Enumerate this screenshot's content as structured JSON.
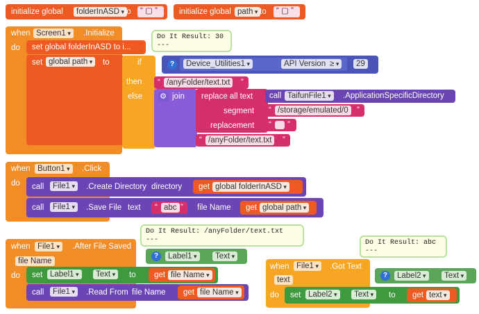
{
  "kw": {
    "initialize_global": "initialize global",
    "to": "to",
    "when": "when",
    "do": "do",
    "set": "set",
    "set_global_trunc": "set global folderInASD to i...",
    "if": "if",
    "then": "then",
    "else": "else",
    "join": "join",
    "replace_all_text": "replace all text",
    "segment": "segment",
    "replacement": "replacement",
    "call": "call",
    "get": "get",
    "directory": "directory",
    "text": "text",
    "file_name": "file Name",
    "gte": "≥",
    "quote": "“",
    "quote_close": "”"
  },
  "globals": [
    {
      "name": "folderInASD"
    },
    {
      "name": "path"
    }
  ],
  "screen1": {
    "component": "Screen1",
    "event": ".Initialize",
    "set_var": "global path",
    "if_component": "Device_Utilities1",
    "if_property": "API Version",
    "if_value": "29",
    "then_text": "/anyFolder/text.txt",
    "call_component": "TaifunFile1",
    "call_method": ".ApplicationSpecificDirectory",
    "segment_text": "/storage/emulated/0",
    "tail_text": "/anyFolder/text.txt",
    "bubble": [
      "Do It Result: 30",
      "---"
    ]
  },
  "button1": {
    "component": "Button1",
    "event": ".Click",
    "call1_component": "File1",
    "call1_method": ".Create Directory",
    "call1_arg": "global folderInASD",
    "call2_component": "File1",
    "call2_method": ".Save File",
    "call2_text": "abc",
    "call2_filename": "global path"
  },
  "file1": {
    "component": "File1",
    "event": ".After File Saved",
    "param": "file Name",
    "set_component": "Label1",
    "set_property": "Text",
    "set_get": "file Name",
    "call_component": "File1",
    "call_method": ".Read From",
    "call_arg": "file Name",
    "probe_component": "Label1",
    "probe_property": "Text",
    "bubble": [
      "Do It Result: /anyFolder/text.txt",
      "---"
    ]
  },
  "file1got": {
    "component": "File1",
    "event": ".Got Text",
    "param": "text",
    "set_component": "Label2",
    "set_property": "Text",
    "set_get": "text",
    "probe_component": "Label2",
    "probe_property": "Text",
    "bubble": [
      "Do It Result: abc",
      "---"
    ]
  }
}
